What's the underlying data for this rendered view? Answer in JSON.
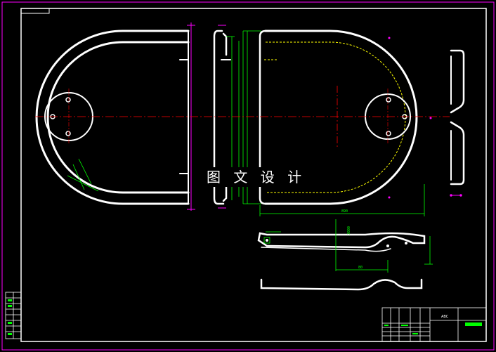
{
  "watermark": "图 文 设 计",
  "title_block": {
    "label": "ABC"
  },
  "dimensions": {
    "front_width": "890",
    "bottom_length": "80",
    "bottom_height": "3000"
  },
  "colors": {
    "background": "#000000",
    "outline": "#ffffff",
    "border": "#ff00ff",
    "center_line": "#ff0000",
    "dimension": "#00ff00",
    "hidden_line": "#ffff00"
  }
}
